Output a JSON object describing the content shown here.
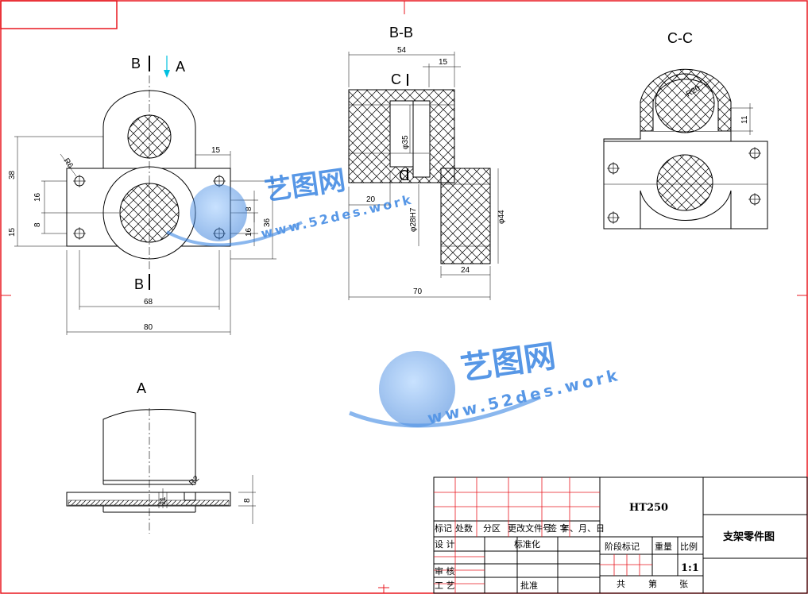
{
  "views": {
    "main_label_b_top": "B",
    "main_label_a": "A",
    "main_label_b_bottom": "B",
    "section_bb": "B-B",
    "section_cc": "C-C",
    "label_c_top": "C",
    "label_c_mid": "C",
    "view_a": "A"
  },
  "dims": {
    "d38": "38",
    "d16a": "16",
    "d8a": "8",
    "d15a": "15",
    "r6": "R6",
    "d15b": "15",
    "d8b": "8",
    "d36": "36",
    "d16b": "16",
    "d68": "68",
    "d80": "80",
    "d54": "54",
    "d15c": "15",
    "phi35": "φ35",
    "d20": "20",
    "phi28": "φ28H7",
    "phi44": "φ44",
    "d24": "24",
    "d70": "70",
    "r20": "R20",
    "d11a": "11",
    "d11b": "11",
    "d8c": "8",
    "r2": "R2"
  },
  "title_block": {
    "material": "HT250",
    "part_name": "支架零件图",
    "col_biaoji": "标记",
    "col_chushu": "处数",
    "col_fenqu": "分区",
    "col_gengai": "更改文件号",
    "col_qianming": "签 字",
    "col_date": "年、月、日",
    "row_sheji": "设 计",
    "biaozhunhua": "标准化",
    "jieduan": "阶段标记",
    "zhongliang": "重量",
    "bili": "比例",
    "scale": "1:1",
    "row_shenhe": "审 核",
    "row_gongyi": "工 艺",
    "pizhun": "批准",
    "gong": "共",
    "di": "第",
    "zhang": "张"
  },
  "watermarks": [
    {
      "name": "艺图网",
      "url": "www.52des.work"
    },
    {
      "name": "艺图网",
      "url": "www.52des.work"
    }
  ],
  "colors": {
    "frame": "#e8171f",
    "line": "#000000",
    "watermark": "#2e7ee0",
    "arrow": "#00c0e0"
  }
}
